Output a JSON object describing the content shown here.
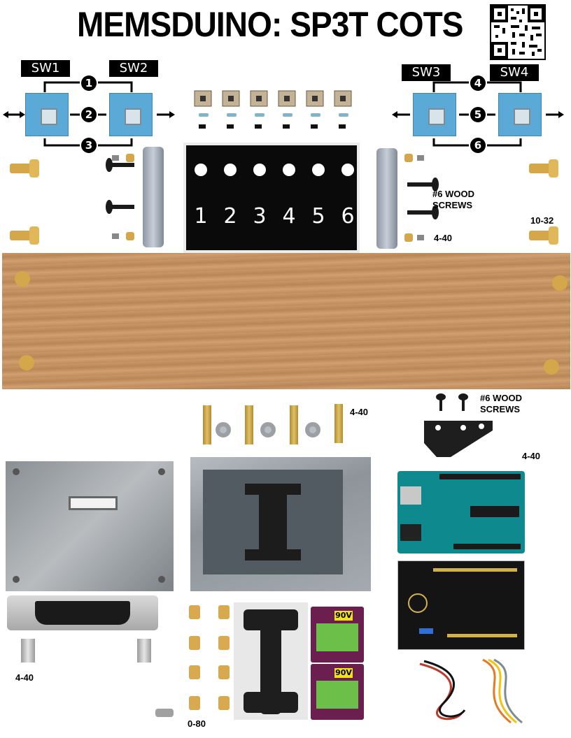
{
  "title": "MEMSDUINO: SP3T COTS",
  "switches": {
    "sw1": "SW1",
    "sw2": "SW2",
    "sw3": "SW3",
    "sw4": "SW4"
  },
  "paths": [
    "1",
    "2",
    "3",
    "4",
    "5",
    "6"
  ],
  "pcb_numbers": [
    "1",
    "2",
    "3",
    "4",
    "5",
    "6"
  ],
  "hardware_labels": {
    "wood_screws_top": "#6 WOOD\nSCREWS",
    "thread_440_top": "4-40",
    "thumb_screw": "10-32",
    "bolts_440": "4-40",
    "wood_screws_mid": "#6 WOOD\nSCREWS",
    "bracket_440": "4-40",
    "standoff_440": "4-40",
    "screw_080": "0-80"
  },
  "relay_badge": "90V",
  "colors": {
    "switch_blue": "#5aa9d6",
    "wood": "#c99765",
    "pcb_black": "#0a0a0a",
    "arduino_teal": "#0e8a8e",
    "relay_board": "#6a1f4e",
    "brass": "#d4a84a"
  },
  "icons": [
    "qr-code-icon",
    "double-arrow-icon",
    "thumb-screw-icon",
    "wood-screw-icon",
    "hex-nut-icon"
  ]
}
